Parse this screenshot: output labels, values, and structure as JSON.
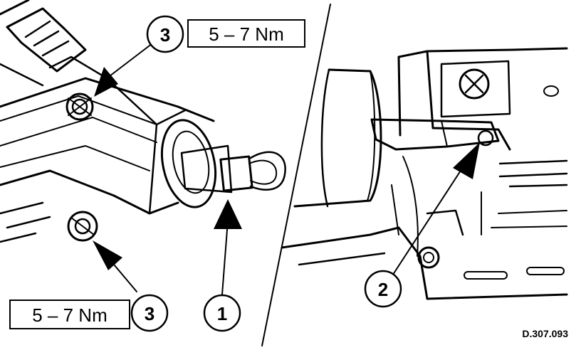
{
  "callouts": {
    "top_number": "3",
    "bottom_left_number": "3",
    "connector_number": "1",
    "pin_number": "2"
  },
  "torque_labels": {
    "top": "5 – 7 Nm",
    "bottom": "5 – 7 Nm"
  },
  "figure_reference": "D.307.093"
}
